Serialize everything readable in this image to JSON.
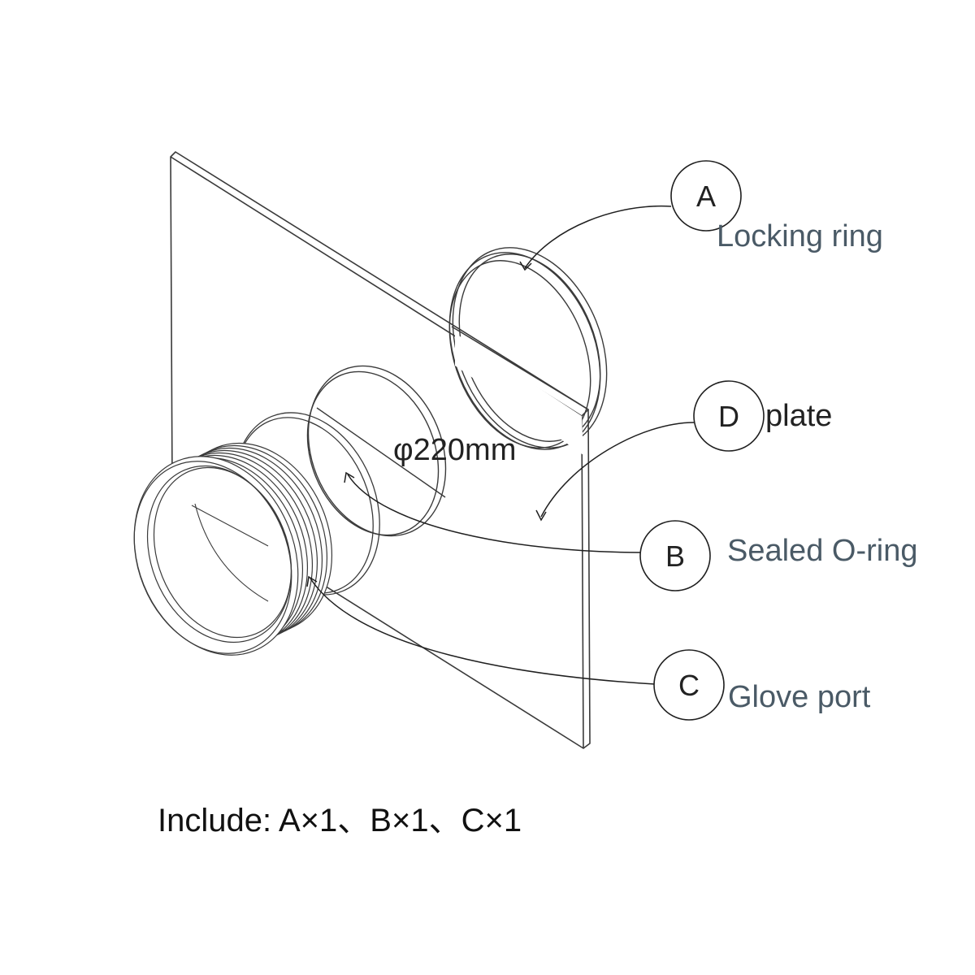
{
  "diagram": {
    "dimension_label": "φ220mm",
    "include_note": "Include: A×1、B×1、C×1",
    "parts": [
      {
        "letter": "A",
        "name": "Locking ring"
      },
      {
        "letter": "D",
        "name": "plate"
      },
      {
        "letter": "B",
        "name": "Sealed O-ring"
      },
      {
        "letter": "C",
        "name": "Glove port"
      }
    ],
    "colors": {
      "line": "#3a3a3a",
      "label_text": "#4a5a66",
      "text_dark": "#222222"
    }
  }
}
